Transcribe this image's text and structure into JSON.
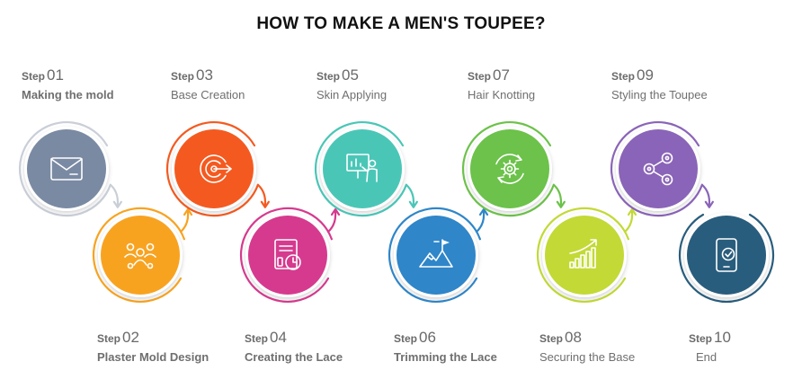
{
  "title": "HOW TO MAKE A MEN'S TOUPEE?",
  "step_word": "Step",
  "steps": [
    {
      "num": "01",
      "name": "Making the mold",
      "color": "#7a8aa3",
      "ring": "#c9ced8",
      "icon": "envelope-icon"
    },
    {
      "num": "02",
      "name": "Plaster Mold Design",
      "color": "#f8a320",
      "ring": "#f8a320",
      "icon": "team-icon"
    },
    {
      "num": "03",
      "name": "Base Creation",
      "color": "#f45a20",
      "ring": "#f45a20",
      "icon": "target-icon"
    },
    {
      "num": "04",
      "name": "Creating the Lace",
      "color": "#d63a8e",
      "ring": "#d63a8e",
      "icon": "document-clock-icon"
    },
    {
      "num": "05",
      "name": "Skin Applying",
      "color": "#4ac6b7",
      "ring": "#4ac6b7",
      "icon": "presentation-icon"
    },
    {
      "num": "06",
      "name": "Trimming the Lace",
      "color": "#2f86c9",
      "ring": "#2f86c9",
      "icon": "mountain-flag-icon"
    },
    {
      "num": "07",
      "name": "Hair Knotting",
      "color": "#6cc24a",
      "ring": "#6cc24a",
      "icon": "gear-cycle-icon"
    },
    {
      "num": "08",
      "name": "Securing the Base",
      "color": "#c3d936",
      "ring": "#c3d936",
      "icon": "growth-chart-icon"
    },
    {
      "num": "09",
      "name": "Styling the Toupee",
      "color": "#8a64b8",
      "ring": "#8a64b8",
      "icon": "share-icon"
    },
    {
      "num": "10",
      "name": "End",
      "color": "#295d7d",
      "ring": "#295d7d",
      "icon": "mobile-check-icon"
    }
  ]
}
